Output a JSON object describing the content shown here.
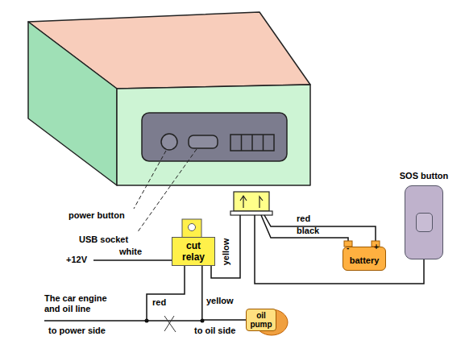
{
  "diagram": {
    "nodes": [
      {
        "text": [
          "SOS button"
        ]
      },
      {
        "text": [
          "cut relay"
        ]
      },
      {
        "text": [
          "battery"
        ]
      },
      {
        "text": [
          "oil pump"
        ]
      }
    ],
    "edges": [
      {
        "from": 1,
        "to": 3,
        "arrow": "none"
      }
    ],
    "labels": [
      "power button",
      "USB socket",
      "+12V",
      "white",
      "yellow",
      "red",
      "black",
      "-",
      "+",
      "The car engine and oil line",
      "to power side",
      "red",
      "yellow",
      "to oil side"
    ]
  }
}
